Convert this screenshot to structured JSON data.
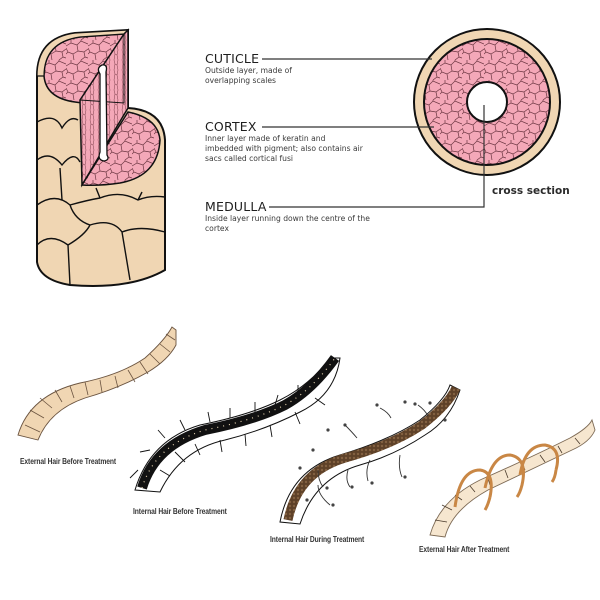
{
  "diagram": {
    "colors": {
      "cuticle": "#f0d6b3",
      "cortex": "#f4a8b8",
      "cortex_lines": "#5a2a33",
      "outline": "#111111",
      "pigment_dark": "#111111",
      "during_fill": "#7a5a3c",
      "after_ribbon": "#c98745",
      "after_hair": "#f6e6cf",
      "leader_line": "#333333"
    },
    "layers": [
      {
        "title": "CUTICLE",
        "description": "Outside layer, made of overlapping scales"
      },
      {
        "title": "CORTEX",
        "description": "Inner layer made of keratin and imbedded with pigment; also contains air sacs called cortical fusi"
      },
      {
        "title": "MEDULLA",
        "description": "Inside layer running down the centre of the cortex"
      }
    ],
    "cross_section_label": "cross section",
    "stages": [
      {
        "caption": "External Hair Before Treatment",
        "icon": "external-hair-before-icon"
      },
      {
        "caption": "Internal Hair Before Treatment",
        "icon": "internal-hair-before-icon"
      },
      {
        "caption": "Internal Hair During Treatment",
        "icon": "internal-hair-during-icon"
      },
      {
        "caption": "External Hair After Treatment",
        "icon": "external-hair-after-icon"
      }
    ]
  }
}
